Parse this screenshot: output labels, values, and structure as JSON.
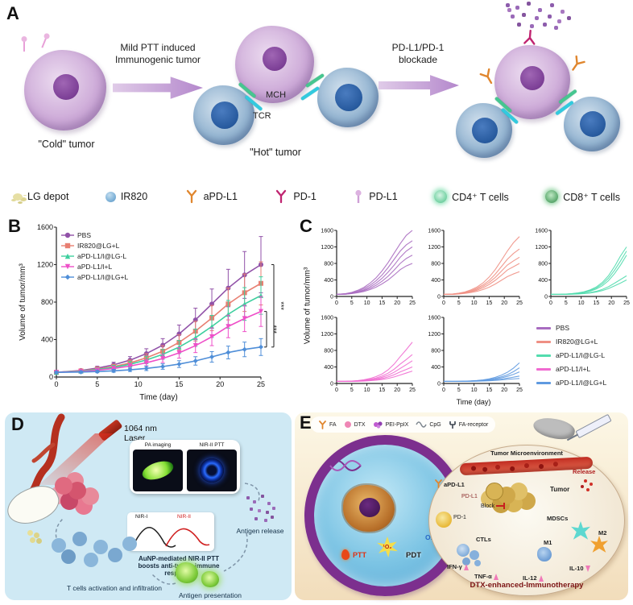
{
  "panelA": {
    "label": "A",
    "cold_tumor_label": "\"Cold\" tumor",
    "hot_tumor_label": "\"Hot\" tumor",
    "arrow1_label": "Mild PTT induced\nImmunogenic tumor",
    "arrow2_label": "PD-L1/PD-1\nblockade",
    "mch_label": "MCH",
    "tcr_label": "TCR",
    "legend": [
      {
        "label": "LG depot",
        "color": "#e6dfa4"
      },
      {
        "label": "IR820",
        "color": "#7fb2d8"
      },
      {
        "label": "aPD-L1",
        "color": "#e0862e"
      },
      {
        "label": "PD-1",
        "color": "#c02470"
      },
      {
        "label": "PD-L1",
        "color": "#cf9fd6"
      },
      {
        "label": "CD4⁺ T cells",
        "color": "#7fd6ab"
      },
      {
        "label": "CD8⁺ T cells",
        "color": "#66b077"
      }
    ]
  },
  "panelB": {
    "label": "B"
  },
  "panelC": {
    "label": "C",
    "ylabel": "Volume of tumor/mm³",
    "xlabel": "Time (day)"
  },
  "panelD": {
    "label": "D",
    "laser_label": "1064 nm\nLaser",
    "pa_imaging": "PA imaging",
    "nir2_ptt": "NIR-II PTT",
    "nir1": "NIR-I",
    "nir2": "NIR-II",
    "boost_text": "AuNP-mediated NIR-II PTT\nboosts anti-tumor immune\nresponse",
    "antigen_release": "Antigen release",
    "t_cells": "T cells activation and infiltration",
    "antigen_presentation": "Antigen presentation"
  },
  "panelE": {
    "label": "E",
    "legend": [
      {
        "label": "FA"
      },
      {
        "label": "DTX"
      },
      {
        "label": "PEI-PpIX"
      },
      {
        "label": "CpG"
      },
      {
        "label": "FA-receptor"
      }
    ],
    "tme_label": "Tumor Microenvironment",
    "ptt": "PTT",
    "pdt": "PDT",
    "o2_singlet": "¹O₂",
    "o2": "O₂",
    "apdl1": "aPD-L1",
    "pdl1": "PD-L1",
    "pd1": "PD-1",
    "block": "Block",
    "tumor": "Tumor",
    "release": "Release",
    "mdscs": "MDSCs",
    "m1": "M1",
    "m2": "M2",
    "ctls": "CTLs",
    "cytokines": [
      {
        "label": "IFN-γ",
        "dir": "up"
      },
      {
        "label": "TNF-α",
        "dir": "up"
      },
      {
        "label": "IL-12",
        "dir": "up"
      },
      {
        "label": "IL-10",
        "dir": "down"
      }
    ],
    "caption": "DTX-enhanced-Immunotherapy"
  },
  "chart_data": [
    {
      "id": "panelB",
      "type": "line",
      "title": "",
      "xlabel": "Time (day)",
      "ylabel": "Volume of tumor/mm³",
      "xlim": [
        0,
        25
      ],
      "ylim": [
        0,
        1600
      ],
      "xticks": [
        0,
        5,
        10,
        15,
        20,
        25
      ],
      "yticks": [
        0,
        400,
        800,
        1200,
        1600
      ],
      "legend_position": "top-left",
      "x": [
        0,
        3,
        5,
        7,
        9,
        11,
        13,
        15,
        17,
        19,
        21,
        23,
        25
      ],
      "series": [
        {
          "name": "PBS",
          "color": "#9152a8",
          "marker": "circle",
          "values": [
            50,
            70,
            95,
            130,
            180,
            250,
            340,
            460,
            610,
            780,
            950,
            1090,
            1200
          ],
          "errors": [
            10,
            15,
            20,
            28,
            38,
            52,
            70,
            95,
            125,
            160,
            200,
            250,
            300
          ]
        },
        {
          "name": "IR820@LG+L",
          "color": "#e87f72",
          "marker": "square",
          "values": [
            50,
            65,
            85,
            112,
            150,
            205,
            275,
            370,
            490,
            630,
            780,
            900,
            1000
          ],
          "errors": [
            10,
            14,
            18,
            24,
            32,
            44,
            60,
            80,
            105,
            135,
            170,
            200,
            230
          ]
        },
        {
          "name": "aPD-L1/I@LG-L",
          "color": "#3ecf9e",
          "marker": "triangle-up",
          "values": [
            50,
            62,
            80,
            103,
            136,
            182,
            242,
            320,
            420,
            540,
            670,
            780,
            870
          ],
          "errors": [
            10,
            13,
            17,
            22,
            29,
            39,
            52,
            70,
            92,
            118,
            148,
            175,
            200
          ]
        },
        {
          "name": "aPD-L1/I+L",
          "color": "#ee4fc8",
          "marker": "triangle-down",
          "values": [
            50,
            58,
            72,
            91,
            117,
            152,
            198,
            258,
            335,
            430,
            540,
            625,
            700
          ],
          "errors": [
            9,
            12,
            15,
            19,
            25,
            33,
            43,
            57,
            74,
            95,
            120,
            140,
            160
          ]
        },
        {
          "name": "aPD-L1/I@LG+L",
          "color": "#4f8ed8",
          "marker": "diamond",
          "values": [
            50,
            53,
            58,
            66,
            77,
            92,
            112,
            138,
            172,
            215,
            262,
            295,
            320
          ],
          "errors": [
            8,
            10,
            12,
            15,
            18,
            23,
            29,
            36,
            45,
            56,
            68,
            78,
            90
          ]
        }
      ],
      "significance": [
        "***",
        "***"
      ]
    },
    {
      "id": "panelC",
      "type": "line",
      "subtype": "individual-growth-multiples",
      "xlabel": "Time (day)",
      "ylabel": "Volume of tumor/mm³",
      "xlim": [
        0,
        25
      ],
      "ylim": [
        0,
        1600
      ],
      "xticks": [
        0,
        5,
        10,
        15,
        20,
        25
      ],
      "yticks": [
        0,
        400,
        800,
        1200,
        1600
      ],
      "x": [
        0,
        3,
        5,
        7,
        9,
        11,
        13,
        15,
        17,
        19,
        21,
        23,
        25
      ],
      "groups": [
        {
          "name": "PBS",
          "color": "#a86cc0",
          "mice": [
            [
              50,
              70,
              100,
              150,
              220,
              320,
              450,
              620,
              820,
              1050,
              1280,
              1480,
              1600
            ],
            [
              50,
              65,
              90,
              130,
              190,
              270,
              380,
              520,
              700,
              900,
              1100,
              1250,
              1350
            ],
            [
              50,
              60,
              80,
              115,
              160,
              230,
              320,
              440,
              590,
              760,
              950,
              1100,
              1200
            ],
            [
              50,
              55,
              75,
              100,
              140,
              195,
              270,
              370,
              490,
              640,
              800,
              920,
              1000
            ],
            [
              50,
              55,
              70,
              90,
              120,
              165,
              225,
              305,
              400,
              520,
              650,
              740,
              800
            ]
          ]
        },
        {
          "name": "IR820@LG+L",
          "color": "#ef9084",
          "mice": [
            [
              50,
              60,
              80,
              110,
              160,
              230,
              330,
              470,
              650,
              870,
              1100,
              1300,
              1450
            ],
            [
              50,
              58,
              75,
              100,
              140,
              200,
              280,
              390,
              540,
              720,
              900,
              1040,
              1150
            ],
            [
              50,
              55,
              70,
              92,
              125,
              175,
              245,
              340,
              460,
              610,
              760,
              860,
              950
            ],
            [
              50,
              52,
              65,
              85,
              112,
              152,
              210,
              290,
              390,
              510,
              640,
              720,
              800
            ],
            [
              50,
              50,
              60,
              75,
              95,
              125,
              168,
              225,
              300,
              390,
              480,
              545,
              600
            ]
          ]
        },
        {
          "name": "aPD-L1/I@LG-L",
          "color": "#52dcae",
          "mice": [
            [
              50,
              52,
              58,
              70,
              88,
              115,
              160,
              230,
              340,
              500,
              720,
              980,
              1200
            ],
            [
              50,
              51,
              56,
              66,
              82,
              106,
              145,
              205,
              300,
              440,
              630,
              860,
              1100
            ],
            [
              50,
              50,
              54,
              62,
              75,
              95,
              128,
              180,
              260,
              380,
              550,
              760,
              1000
            ],
            [
              50,
              50,
              52,
              56,
              64,
              76,
              95,
              125,
              170,
              235,
              320,
              410,
              500
            ],
            [
              50,
              50,
              51,
              54,
              60,
              70,
              85,
              108,
              142,
              190,
              255,
              325,
              400
            ]
          ]
        },
        {
          "name": "aPD-L1/I+L",
          "color": "#f06ad0",
          "mice": [
            [
              50,
              52,
              58,
              70,
              90,
              120,
              165,
              230,
              330,
              470,
              650,
              820,
              1000
            ],
            [
              50,
              51,
              55,
              64,
              78,
              100,
              132,
              180,
              250,
              345,
              470,
              580,
              700
            ],
            [
              50,
              50,
              53,
              60,
              71,
              88,
              112,
              148,
              200,
              272,
              365,
              455,
              550
            ],
            [
              50,
              50,
              52,
              56,
              64,
              76,
              94,
              120,
              158,
              212,
              280,
              340,
              400
            ],
            [
              50,
              50,
              51,
              53,
              58,
              66,
              78,
              96,
              122,
              158,
              205,
              252,
              300
            ]
          ]
        },
        {
          "name": "aPD-L1/I@LG+L",
          "color": "#5f9ae0",
          "mice": [
            [
              50,
              50,
              52,
              56,
              62,
              72,
              88,
              112,
              148,
              200,
              270,
              370,
              500
            ],
            [
              50,
              50,
              51,
              54,
              59,
              67,
              79,
              97,
              123,
              160,
              210,
              285,
              380
            ],
            [
              50,
              50,
              51,
              53,
              57,
              63,
              72,
              86,
              106,
              134,
              172,
              220,
              280
            ],
            [
              50,
              50,
              50,
              52,
              55,
              59,
              65,
              74,
              87,
              105,
              128,
              152,
              180
            ],
            [
              50,
              49,
              49,
              50,
              52,
              55,
              59,
              65,
              74,
              86,
              100,
              110,
              120
            ]
          ]
        }
      ]
    }
  ]
}
